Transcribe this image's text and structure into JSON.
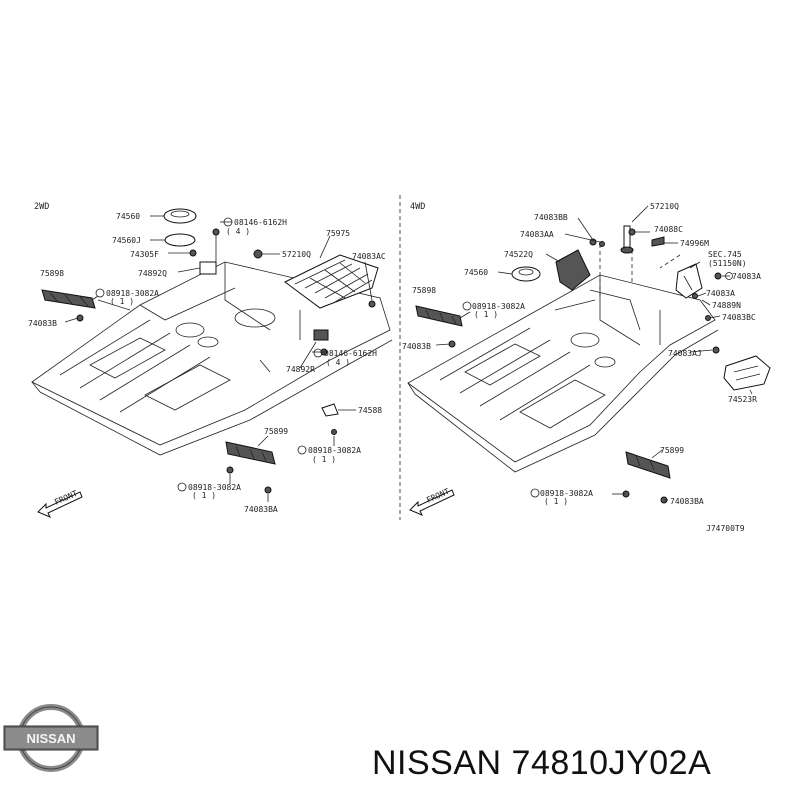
{
  "brand": {
    "logo_text": "NISSAN",
    "caption": "NISSAN 74810JY02A"
  },
  "diagram": {
    "code": "J74700T9",
    "sections": {
      "left": "2WD",
      "right": "4WD"
    },
    "front_label": "FRONT",
    "left_labels": {
      "p74560": "74560",
      "p74560j": "74560J",
      "p74305f": "74305F",
      "p74892q": "74892Q",
      "p57210q": "57210Q",
      "p75975": "75975",
      "p74083ac": "74083AC",
      "p08146_h_top": "08146-6162H",
      "qty4_top": "( 4 )",
      "p75898": "75898",
      "p08918_l": "08918-3082A",
      "qty1_l": "( 1 )",
      "p74083b": "74083B",
      "p08146_h_bot": "08146-6162H",
      "qty4_bot": "( 4 )",
      "p74892r": "74892R",
      "p74588": "74588",
      "p75899": "75899",
      "p08918_r": "08918-3082A",
      "qty1_r": "( 1 )",
      "p08918_b": "08918-3082A",
      "qty1_b": "( 1 )",
      "p74083ba": "74083BA"
    },
    "right_labels": {
      "p74083bb": "74083BB",
      "p57210q": "57210Q",
      "p74083aa": "74083AA",
      "p74088c": "74088C",
      "p74522q": "74522Q",
      "p74996m": "74996M",
      "p74560": "74560",
      "sec745": "SEC.745",
      "p51150n": "(51150N)",
      "p74083a_top": "74083A",
      "p75898": "75898",
      "p08918_m": "08918-3082A",
      "qty1_m": "( 1 )",
      "p74083a": "74083A",
      "p74889n": "74889N",
      "p74083bc": "74083BC",
      "p74083b": "74083B",
      "p74083aj": "74083AJ",
      "p74523r": "74523R",
      "p75899": "75899",
      "p08918_b": "08918-3082A",
      "qty1_b": "( 1 )",
      "p74083ba": "74083BA"
    }
  }
}
